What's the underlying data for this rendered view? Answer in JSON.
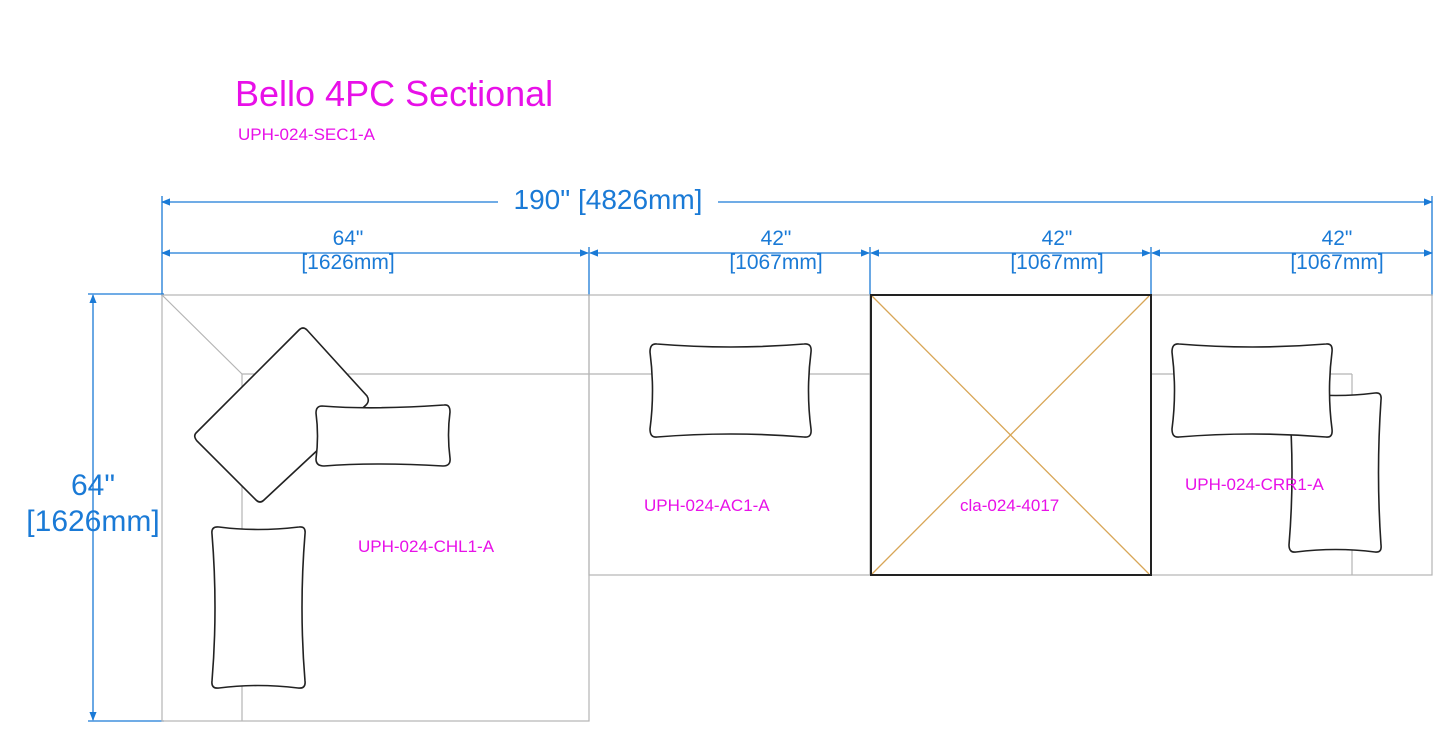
{
  "title": "Bello 4PC Sectional",
  "subtitle": "UPH-024-SEC1-A",
  "colors": {
    "title": "#e810e8",
    "dimension": "#1a7ad6",
    "outline": "#b4b4b4",
    "pillow": "#222222",
    "table_frame": "#222222",
    "table_cross": "#d8a657"
  },
  "dimensions": {
    "total": "190\" [4826mm]",
    "segments": [
      {
        "inches": "64\"",
        "mm": "[1626mm]"
      },
      {
        "inches": "42\"",
        "mm": "[1067mm]"
      },
      {
        "inches": "42\"",
        "mm": "[1067mm]"
      },
      {
        "inches": "42\"",
        "mm": "[1067mm]"
      }
    ],
    "depth": {
      "inches": "64\"",
      "mm": "[1626mm]"
    }
  },
  "pieces": [
    {
      "label": "UPH-024-CHL1-A"
    },
    {
      "label": "UPH-024-AC1-A"
    },
    {
      "label": "cla-024-4017"
    },
    {
      "label": "UPH-024-CRR1-A"
    }
  ]
}
